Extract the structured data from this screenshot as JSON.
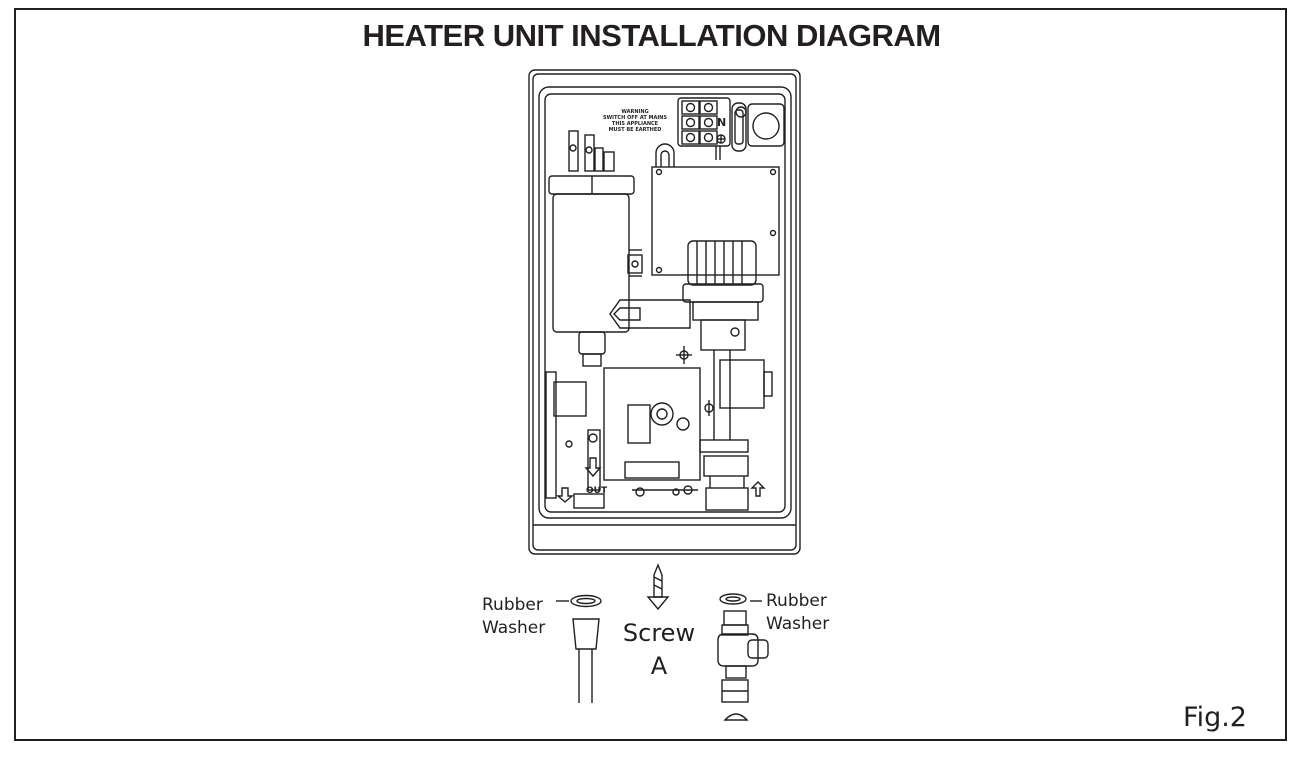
{
  "diagram": {
    "title": "HEATER UNIT INSTALLATION DIAGRAM",
    "warning_lines": [
      "WARNING",
      "SWITCH OFF AT MAINS",
      "THIS APPLIANCE",
      "MUST BE EARTHED"
    ],
    "terminal_label": "N",
    "outlet_label": "OUT",
    "left_washer": {
      "line1": "Rubber",
      "line2": "Washer"
    },
    "right_washer": {
      "line1": "Rubber",
      "line2": "Washer"
    },
    "screw": {
      "line1": "Screw",
      "line2": "A"
    },
    "figure_label": "Fig.2"
  }
}
